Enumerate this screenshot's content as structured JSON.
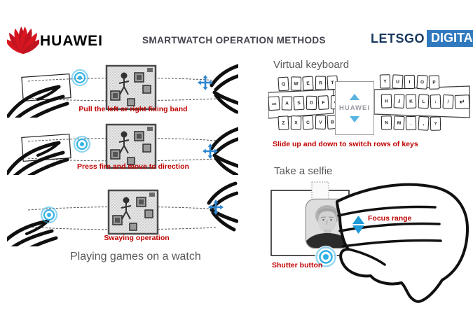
{
  "header": {
    "huawei_wordmark": "HUAWEI",
    "title": "SMARTWATCH OPERATION METHODS",
    "letsgo_part1": "LETSGO",
    "letsgo_part2": "DIGITAL"
  },
  "games": {
    "captions": [
      "Pull the left or right fixing band",
      "Press fire and move to direction",
      "Swaying operation"
    ],
    "section_label": "Playing games on a watch"
  },
  "keyboard": {
    "heading": "Virtual keyboard",
    "watch_label": "HUAWEI",
    "caption": "Slide up and down to switch rows of keys",
    "rows": {
      "top_left": [
        "Q",
        "W",
        "E",
        "R",
        "T"
      ],
      "top_right": [
        "Y",
        "U",
        "I",
        "O",
        "P"
      ],
      "mid_left": [
        "123",
        "A",
        "S",
        "D",
        "F",
        "G"
      ],
      "mid_right": [
        "H",
        "J",
        "K",
        "L",
        ":",
        "/",
        "↵"
      ],
      "bottom_left": [
        "Z",
        "X",
        "C",
        "V",
        "B"
      ],
      "bottom_right": [
        "N",
        "M",
        ".",
        ",",
        "?"
      ]
    }
  },
  "selfie": {
    "heading": "Take a selfie",
    "focus_label": "Focus range",
    "shutter_label": "Shutter button"
  },
  "colors": {
    "caption_red": "#c00000",
    "tap_blue": "#35b3e4",
    "move_blue": "#2f86d0",
    "focus_blue": "#1e9ad6",
    "heading_gray": "#595959",
    "huawei_red": "#d8161f",
    "letsgo_navy": "#17375e",
    "digital_blue": "#3079be"
  }
}
